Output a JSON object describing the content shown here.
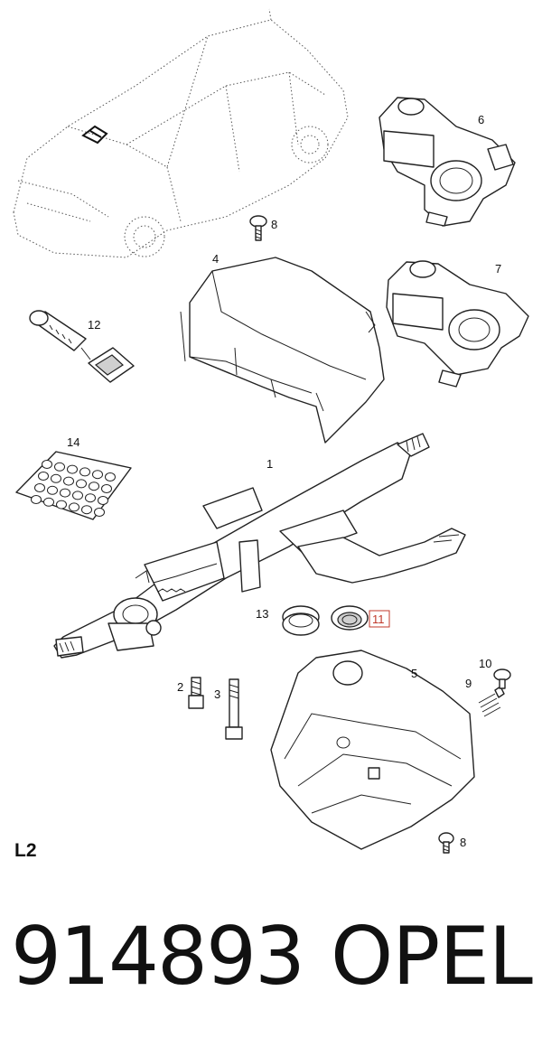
{
  "diagram": {
    "callouts": [
      {
        "id": "c1",
        "text": "1"
      },
      {
        "id": "c2",
        "text": "2"
      },
      {
        "id": "c3",
        "text": "3"
      },
      {
        "id": "c4",
        "text": "4"
      },
      {
        "id": "c5",
        "text": "5"
      },
      {
        "id": "c6",
        "text": "6"
      },
      {
        "id": "c7",
        "text": "7"
      },
      {
        "id": "c8a",
        "text": "8"
      },
      {
        "id": "c8b",
        "text": "8"
      },
      {
        "id": "c9",
        "text": "9"
      },
      {
        "id": "c10",
        "text": "10"
      },
      {
        "id": "c11",
        "text": "11",
        "highlighted": true
      },
      {
        "id": "c12",
        "text": "12"
      },
      {
        "id": "c13",
        "text": "13"
      },
      {
        "id": "c14",
        "text": "14"
      }
    ],
    "highlight_color": "#c0392b"
  },
  "variant_code": "L2",
  "part_number": "914893",
  "brand": "OPEL"
}
